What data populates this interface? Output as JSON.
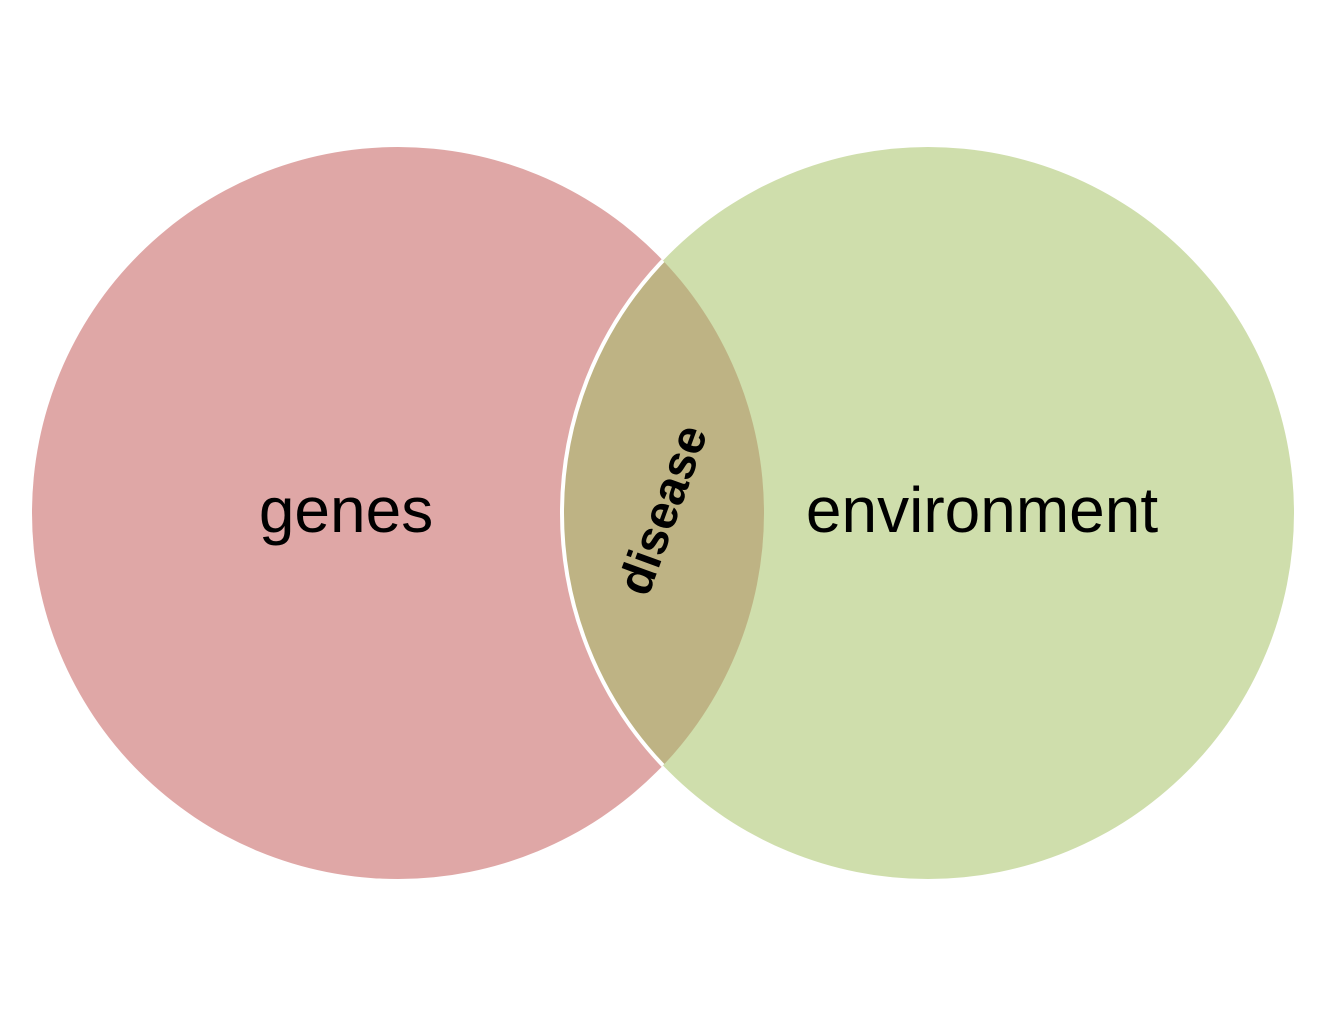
{
  "diagram": {
    "type": "venn",
    "sets": [
      {
        "id": "genes",
        "label": "genes",
        "color": "#dfa7a6"
      },
      {
        "id": "environment",
        "label": "environment",
        "color": "#cfdeac"
      }
    ],
    "intersection": {
      "label": "disease",
      "color": "#beb384",
      "outline_color": "#ffffff"
    }
  }
}
